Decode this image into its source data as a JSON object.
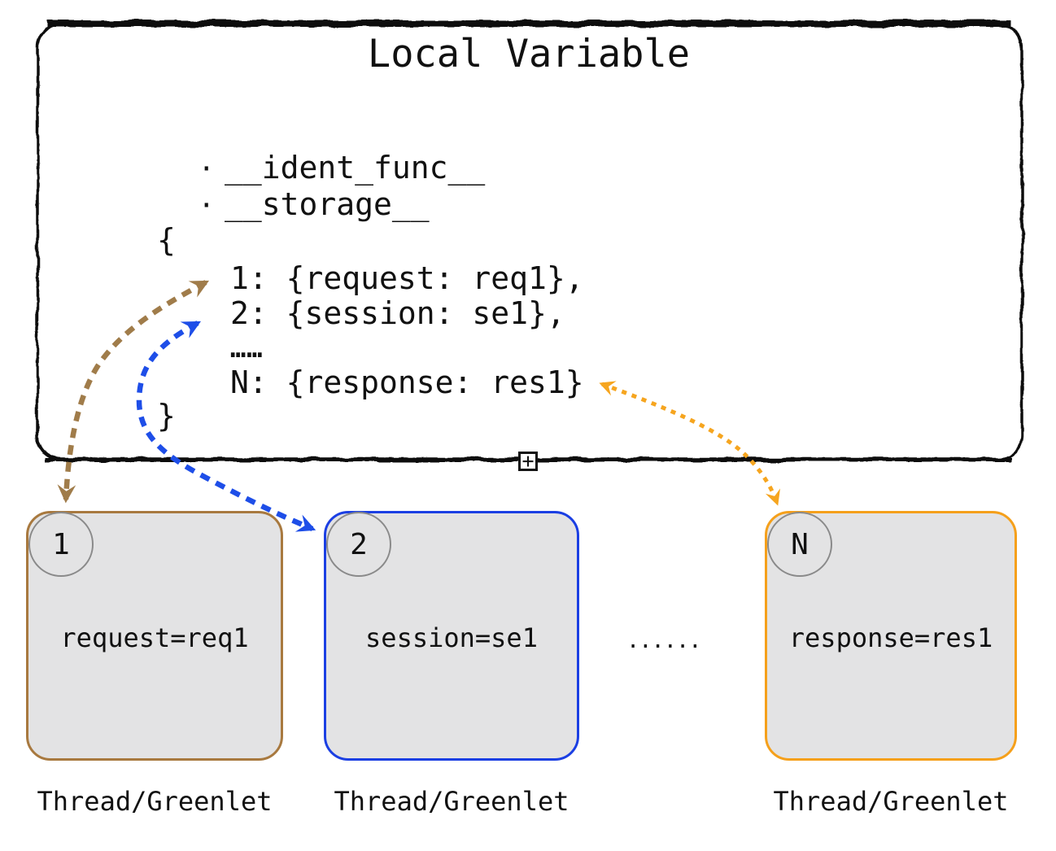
{
  "main_box": {
    "title": "Local Variable",
    "bullet_char": "·",
    "bullets": [
      "__ident_func__",
      "__storage__"
    ],
    "dict_lines": {
      "open_brace": "{",
      "entry_1": "1: {request: req1},",
      "entry_2": "2: {session: se1},",
      "ellipsis": "……",
      "entry_n": "N: {response: res1}",
      "close_brace": "}"
    },
    "expand_handle": "+",
    "border_color": "#111111"
  },
  "threads": [
    {
      "badge": "1",
      "content": "request=req1",
      "label": "Thread/Greenlet",
      "border_color": "#a8793f",
      "arrow_color": "#a07c4a"
    },
    {
      "badge": "2",
      "content": "session=se1",
      "label": "Thread/Greenlet",
      "border_color": "#1b3fe3",
      "arrow_color": "#1e4ee8"
    },
    {
      "badge": "N",
      "content": "response=res1",
      "label": "Thread/Greenlet",
      "border_color": "#f5a01b",
      "arrow_color": "#f6a51f"
    }
  ],
  "between_boxes_ellipsis": "......",
  "colors": {
    "box_fill": "#e3e3e4",
    "badge_border": "#8a8a8a",
    "text": "#111111"
  }
}
